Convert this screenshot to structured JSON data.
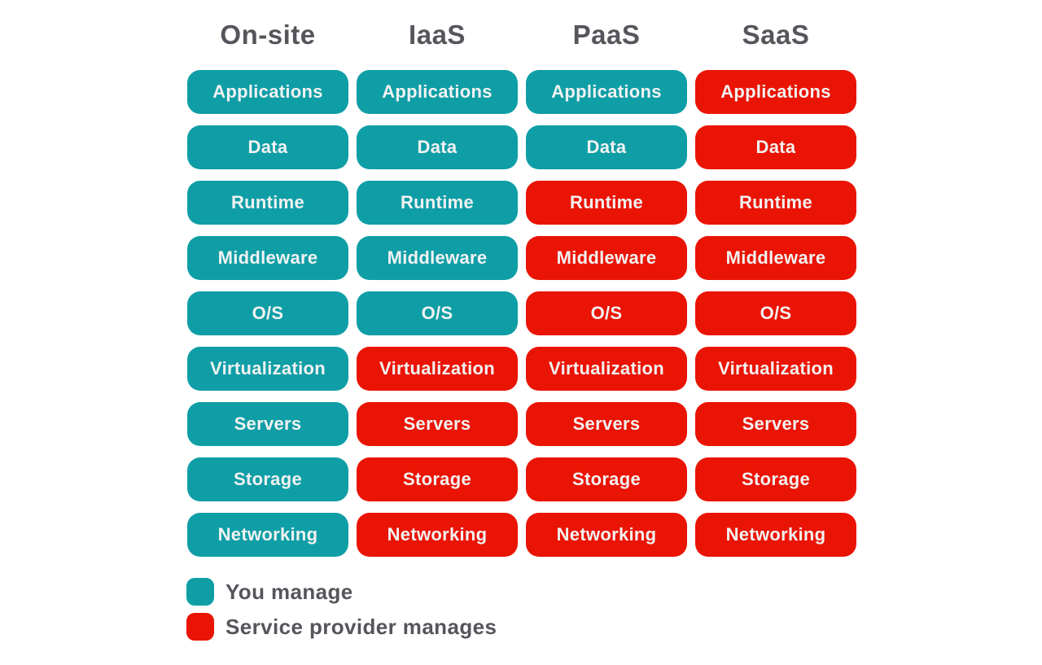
{
  "colors": {
    "background": "#ffffff",
    "you_manage": "#0f9ea6",
    "provider_manages": "#ea1404",
    "heading_text": "#54565b",
    "pill_text": "#f2f2f2"
  },
  "header": {
    "columns": [
      "On-site",
      "IaaS",
      "PaaS",
      "SaaS"
    ]
  },
  "grid": {
    "layers": [
      "Applications",
      "Data",
      "Runtime",
      "Middleware",
      "O/S",
      "Virtualization",
      "Servers",
      "Storage",
      "Networking"
    ],
    "columns": [
      {
        "name": "On-site",
        "cells": [
          {
            "label": "Applications",
            "state": "you"
          },
          {
            "label": "Data",
            "state": "you"
          },
          {
            "label": "Runtime",
            "state": "you"
          },
          {
            "label": "Middleware",
            "state": "you"
          },
          {
            "label": "O/S",
            "state": "you"
          },
          {
            "label": "Virtualization",
            "state": "you"
          },
          {
            "label": "Servers",
            "state": "you"
          },
          {
            "label": "Storage",
            "state": "you"
          },
          {
            "label": "Networking",
            "state": "you"
          }
        ]
      },
      {
        "name": "IaaS",
        "cells": [
          {
            "label": "Applications",
            "state": "you"
          },
          {
            "label": "Data",
            "state": "you"
          },
          {
            "label": "Runtime",
            "state": "you"
          },
          {
            "label": "Middleware",
            "state": "you"
          },
          {
            "label": "O/S",
            "state": "you"
          },
          {
            "label": "Virtualization",
            "state": "provider"
          },
          {
            "label": "Servers",
            "state": "provider"
          },
          {
            "label": "Storage",
            "state": "provider"
          },
          {
            "label": "Networking",
            "state": "provider"
          }
        ]
      },
      {
        "name": "PaaS",
        "cells": [
          {
            "label": "Applications",
            "state": "you"
          },
          {
            "label": "Data",
            "state": "you"
          },
          {
            "label": "Runtime",
            "state": "provider"
          },
          {
            "label": "Middleware",
            "state": "provider"
          },
          {
            "label": "O/S",
            "state": "provider"
          },
          {
            "label": "Virtualization",
            "state": "provider"
          },
          {
            "label": "Servers",
            "state": "provider"
          },
          {
            "label": "Storage",
            "state": "provider"
          },
          {
            "label": "Networking",
            "state": "provider"
          }
        ]
      },
      {
        "name": "SaaS",
        "cells": [
          {
            "label": "Applications",
            "state": "provider"
          },
          {
            "label": "Data",
            "state": "provider"
          },
          {
            "label": "Runtime",
            "state": "provider"
          },
          {
            "label": "Middleware",
            "state": "provider"
          },
          {
            "label": "O/S",
            "state": "provider"
          },
          {
            "label": "Virtualization",
            "state": "provider"
          },
          {
            "label": "Servers",
            "state": "provider"
          },
          {
            "label": "Storage",
            "state": "provider"
          },
          {
            "label": "Networking",
            "state": "provider"
          }
        ]
      }
    ]
  },
  "legend": {
    "items": [
      {
        "label": "You manage",
        "state": "you"
      },
      {
        "label": "Service provider manages",
        "state": "provider"
      }
    ]
  }
}
